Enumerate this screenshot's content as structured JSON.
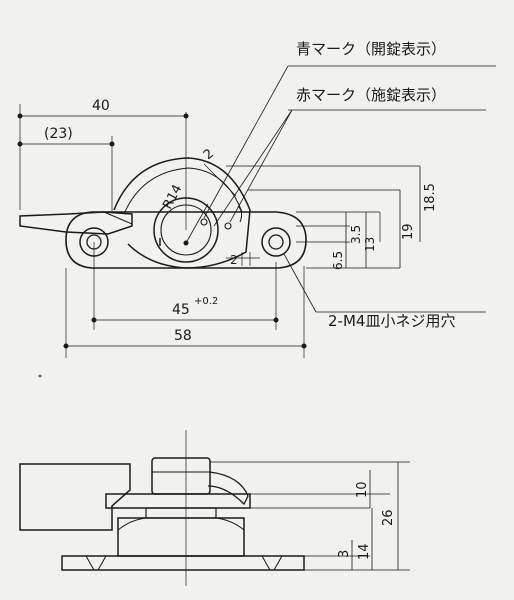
{
  "callouts": {
    "blue_mark": "青マーク（開錠表示）",
    "red_mark": "赤マーク（施錠表示）",
    "screw_holes": "2-M4皿小ネジ用穴"
  },
  "top_view": {
    "dim_40": "40",
    "dim_23": "(23)",
    "dim_2_diag": "2",
    "dim_r4": "R14",
    "dim_2_small": "2",
    "dim_45": "45",
    "dim_45_tol": "+0.2",
    "dim_58": "58",
    "dim_185": "18.5",
    "dim_19": "19",
    "dim_35": "3.5",
    "dim_13": "13",
    "dim_65": "6.5"
  },
  "side_view": {
    "dim_10": "10",
    "dim_26": "26",
    "dim_3": "3",
    "dim_14": "14"
  }
}
